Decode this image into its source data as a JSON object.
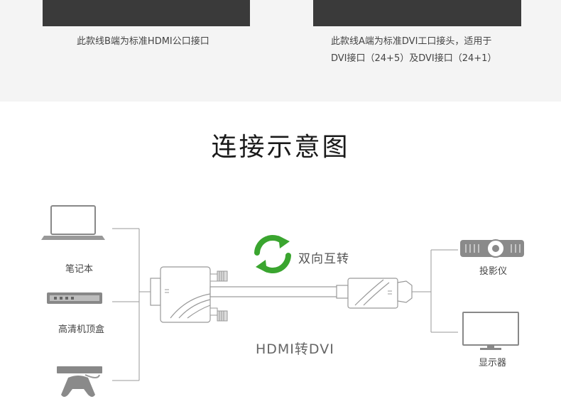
{
  "top_section": {
    "left_caption": "此款线B端为标准HDMI公口接口",
    "right_caption_line1": "此款线A端为标准DVI工口接头，适用于",
    "right_caption_line2": "DVI接口（24+5）及DVI接口（24+1）"
  },
  "connection": {
    "title": "连接示意图",
    "badge": "双向互转",
    "cable_label": "HDMI转DVI",
    "left_devices": [
      {
        "label": "笔记本",
        "icon": "laptop-icon"
      },
      {
        "label": "高清机顶盒",
        "icon": "set-top-box-icon"
      },
      {
        "label": "",
        "icon": "game-console-icon"
      }
    ],
    "right_devices": [
      {
        "label": "投影仪",
        "icon": "projector-icon"
      },
      {
        "label": "显示器",
        "icon": "monitor-icon"
      }
    ]
  },
  "colors": {
    "arrow_green": "#3aa52f",
    "line_gray": "#9a9a9a",
    "device_gray": "#777777"
  }
}
